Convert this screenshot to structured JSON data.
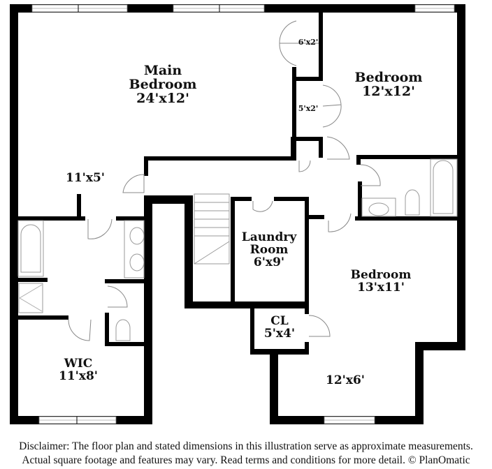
{
  "floorplan": {
    "rooms": [
      {
        "id": "main-bedroom",
        "name": "Main Bedroom",
        "name_lines": [
          "Main",
          "Bedroom"
        ],
        "size": "24'x12'"
      },
      {
        "id": "bedroom-ne",
        "name": "Bedroom",
        "size": "12'x12'"
      },
      {
        "id": "closet-6x2",
        "name": "",
        "size": "6'x2'"
      },
      {
        "id": "closet-5x2",
        "name": "",
        "size": "5'x2'"
      },
      {
        "id": "hall-11x5",
        "name": "",
        "size": "11'x5'"
      },
      {
        "id": "laundry",
        "name": "Laundry Room",
        "name_lines": [
          "Laundry",
          "Room"
        ],
        "size": "6'x9'"
      },
      {
        "id": "bedroom-se",
        "name": "Bedroom",
        "size": "13'x11'"
      },
      {
        "id": "closet-cl",
        "name": "CL",
        "size": "5'x4'"
      },
      {
        "id": "wic",
        "name": "WIC",
        "size": "11'x8'"
      },
      {
        "id": "nook-12x6",
        "name": "",
        "size": "12'x6'"
      }
    ],
    "colors": {
      "wall": "#000000",
      "fixture": "#999999",
      "background": "#ffffff"
    }
  },
  "disclaimer": {
    "line1": "Disclaimer: The floor plan and stated dimensions in this illustration serve as approximate measurements.",
    "line2": "Actual square footage and features may vary. Read terms and conditions for more detail. © PlanOmatic"
  }
}
